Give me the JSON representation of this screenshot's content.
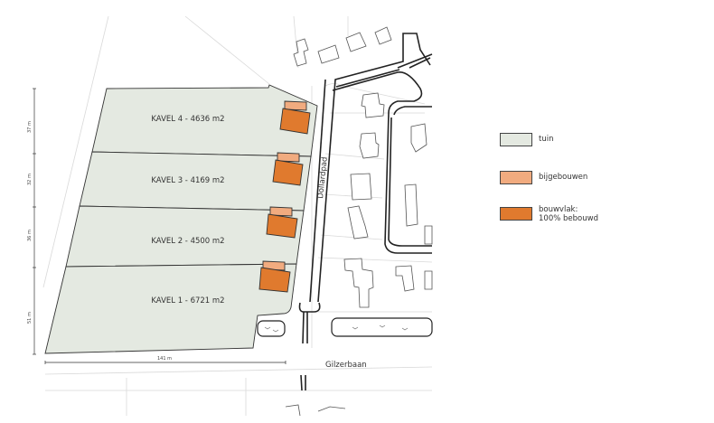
{
  "plots": [
    {
      "label": "KAVEL 4 - 4636 m2"
    },
    {
      "label": "KAVEL 3 - 4169 m2"
    },
    {
      "label": "KAVEL 2 - 4500 m2"
    },
    {
      "label": "KAVEL 1 - 6721 m2"
    }
  ],
  "dimensions": {
    "vertical": [
      "37 m",
      "32 m",
      "36 m",
      "51 m"
    ],
    "horizontal": "141 m"
  },
  "streets": {
    "dollardpad": "Dollardpad",
    "gilzerbaan": "Gilzerbaan"
  },
  "legend": [
    {
      "label": "tuin",
      "color": "#e4e9e1"
    },
    {
      "label": "bijgebouwen",
      "color": "#f1ab7f"
    },
    {
      "label": "bouwvlak:",
      "label2": "100% bebouwd",
      "color": "#e07a2e"
    }
  ]
}
